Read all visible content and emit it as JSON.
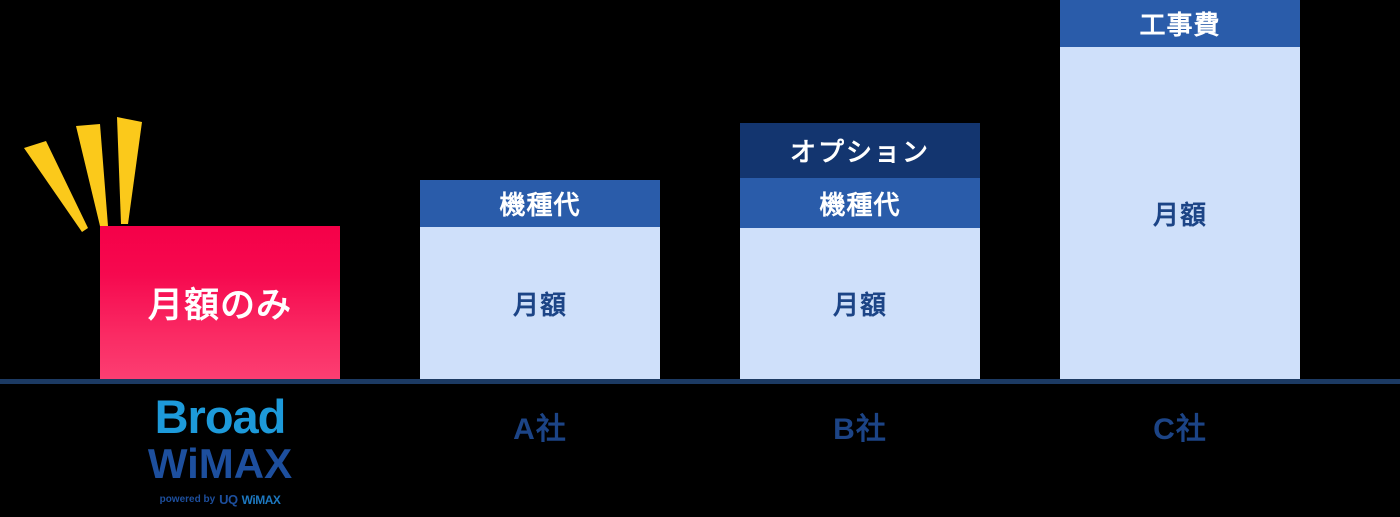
{
  "background_color": "#000000",
  "axis": {
    "color": "#1c3a63",
    "name": "baseline"
  },
  "palette": {
    "highlight_red_top": "#f50048",
    "highlight_red_bottom": "#fc3e72",
    "option_navy": "#13356f",
    "device_blue": "#2a5caa",
    "monthly_light_blue": "#cfe0fa",
    "monthly_text_blue": "#1c4486",
    "label_navy": "#1c4486",
    "burst_yellow": "#fbc91b",
    "logo_broad_blue": "#1d9ada",
    "logo_wimax_blue": "#1d4f9e"
  },
  "decorations": {
    "burst": {
      "icon": "sparkle-burst-icon",
      "ray_count": 3,
      "color": "#fbc91b"
    }
  },
  "logo": {
    "line1": "Broad",
    "line2": "WiMAX",
    "powered_by": "powered by",
    "partner_uq": "UQ",
    "partner_wimax": "WiMAX"
  },
  "chart_data": {
    "type": "bar",
    "title": "",
    "xlabel": "",
    "ylabel": "",
    "stacked": true,
    "grid": false,
    "legend": "none",
    "categories": [
      "Broad WiMAX",
      "A社",
      "B社",
      "C社"
    ],
    "category_labels": [
      "",
      "A社",
      "B社",
      "C社"
    ],
    "segment_order": [
      "月額",
      "機種代",
      "オプション",
      "工事費"
    ],
    "series": [
      {
        "name": "月額",
        "color": "#cfe0fa",
        "values": [
          153,
          152,
          151,
          332
        ]
      },
      {
        "name": "機種代",
        "color": "#2a5caa",
        "values": [
          0,
          47,
          50,
          0
        ]
      },
      {
        "name": "オプション",
        "color": "#13356f",
        "values": [
          0,
          0,
          55,
          0
        ]
      },
      {
        "name": "工事費",
        "color": "#2a5caa",
        "values": [
          0,
          0,
          0,
          47
        ]
      }
    ],
    "totals": [
      153,
      199,
      256,
      379
    ],
    "ylim": [
      0,
      379
    ],
    "notes": "C社 bar is clipped at the top edge of the frame"
  },
  "bars": {
    "broad": {
      "label": "月額のみ",
      "segments": [
        {
          "label": "月額のみ",
          "name": "monthly-only-segment"
        }
      ]
    },
    "a": {
      "label": "A社",
      "segments": [
        {
          "label": "機種代",
          "name": "device-cost-segment"
        },
        {
          "label": "月額",
          "name": "monthly-fee-segment"
        }
      ]
    },
    "b": {
      "label": "B社",
      "segments": [
        {
          "label": "オプション",
          "name": "option-cost-segment"
        },
        {
          "label": "機種代",
          "name": "device-cost-segment"
        },
        {
          "label": "月額",
          "name": "monthly-fee-segment"
        }
      ]
    },
    "c": {
      "label": "C社",
      "segments": [
        {
          "label": "工事費",
          "name": "construction-cost-segment"
        },
        {
          "label": "月額",
          "name": "monthly-fee-segment"
        }
      ]
    }
  }
}
